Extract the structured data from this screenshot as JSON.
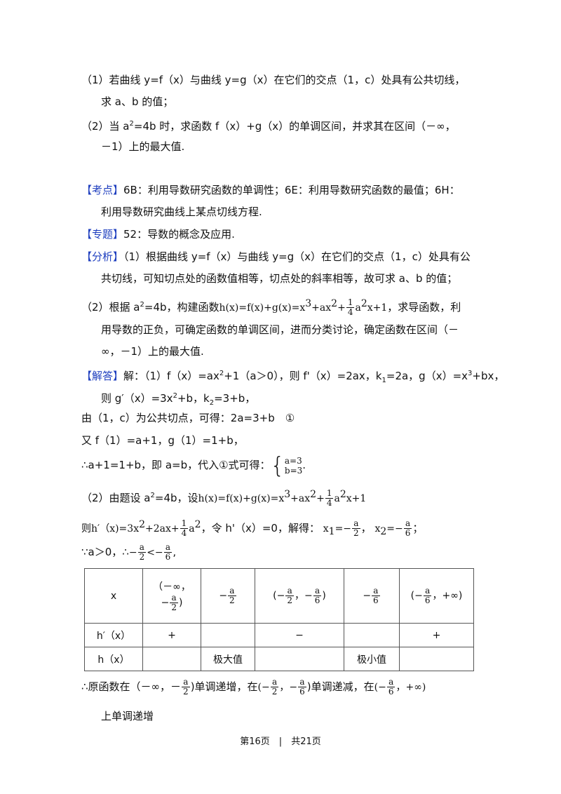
{
  "problem": {
    "q1_line1": "（1）若曲线 y=f（x）与曲线 y=g（x）在它们的交点（1，c）处具有公共切线，",
    "q1_line2": "求 a、b 的值；",
    "q2_line1_pre": "（2）当 a",
    "q2_line1_post": "=4b 时，求函数 f（x）+g（x）的单调区间，并求其在区间（－∞，",
    "q2_line2": "－1）上的最大值."
  },
  "kaodian": {
    "tag": "【考点】",
    "line1": "6B：利用导数研究函数的单调性；6E：利用导数研究函数的最值；6H：",
    "line2": "利用导数研究曲线上某点切线方程."
  },
  "zhuanti": {
    "tag": "【专题】",
    "text": "52：导数的概念及应用."
  },
  "fenxi": {
    "tag": "【分析】",
    "line1": "（1）根据曲线 y=f（x）与曲线 y=g（x）在它们的交点（1，c）处具有公",
    "line2": "共切线，可知切点处的函数值相等，切点处的斜率相等，故可求 a、b 的值；",
    "line3_pre": "（2）根据 a",
    "line3_mid": "=4b，构建函数",
    "line3_formula_a": "h(x)=f(x)+g(x)=x",
    "line3_formula_b": "+ax",
    "line3_formula_c": "+",
    "line3_formula_d": "a",
    "line3_formula_e": "x+1",
    "line3_post": "，求导函数，利",
    "line4": "用导数的正负，可确定函数的单调区间，进而分类讨论，确定函数在区间（－",
    "line5": "∞，－1）上的最大值."
  },
  "jieda": {
    "tag": "【解答】",
    "line1_a": "解：（1）f（x）=ax",
    "line1_b": "+1（a＞0），则 f'（x）=2ax，k",
    "line1_c": "=2a，g（x）=x",
    "line1_d": "+bx，",
    "line2_a": "则 g′（x）=3x",
    "line2_b": "+b，k",
    "line2_c": "=3+b，",
    "line3": "由（1，c）为公共切点，可得：2a=3+b　①",
    "line4": "又 f（1）=a+1，g（1）=1+b，",
    "line5_a": "∴a+1=1+b，即 a=b，代入①式可得：",
    "sys_1": "a=3",
    "sys_2": "b=3",
    "line5_end": ".",
    "line6_a": "（2）由题设 a",
    "line6_b": "=4b，设",
    "line6_f1": "h(x)=f(x)+g(x)=x",
    "line6_f2": "+ax",
    "line6_f3": "+",
    "line6_f4": "a",
    "line6_f5": "x+1",
    "line7_a": "则h′（x)=3x",
    "line7_b": "+2ax+",
    "line7_c": "a",
    "line7_d": "，令 h'（x）=0，解得：",
    "line7_x1": "x",
    "line7_x1eq": "=−",
    "line7_sep": "，",
    "line7_x2": "x",
    "line7_x2eq": "=−",
    "line7_end": "；",
    "line8_a": "∵a＞0，∴",
    "line8_lt": "−",
    "line8_mid": "<−",
    "line8_end": ","
  },
  "fracs": {
    "a": "a",
    "two": "2",
    "six": "6",
    "one": "1",
    "four": "4",
    "sup2": "2",
    "sup3": "3",
    "sub1": "1",
    "sub2": "2"
  },
  "table": {
    "r1": [
      "x",
      "（－∞，",
      "−",
      "(−",
      "，−",
      ")",
      "−",
      "(−",
      "，+∞)"
    ],
    "r2": [
      "h′（x）",
      "+",
      "",
      "−",
      "",
      "+"
    ],
    "r3": [
      "h（x）",
      "",
      "极大值",
      "",
      "极小值",
      ""
    ]
  },
  "conclusion": {
    "line1_a": "∴原函数在（－∞，－",
    "line1_b": ")单调递增，在",
    "line1_c": "(−",
    "line1_d": "，−",
    "line1_e": ")单调递减，在",
    "line1_f": "(−",
    "line1_g": "，+∞)",
    "line2": "上单调递增"
  },
  "footer": {
    "text": "第16页　|　共21页"
  }
}
